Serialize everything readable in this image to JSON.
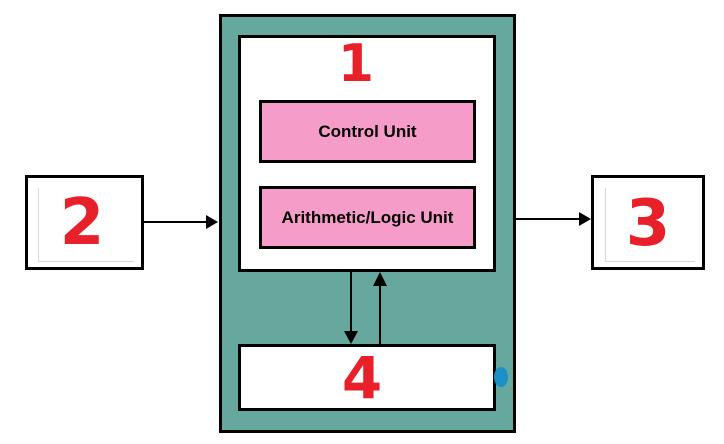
{
  "diagram": {
    "units": {
      "control_unit": "Control Unit",
      "alu": "Arithmetic/Logic Unit"
    },
    "markers": {
      "processor": "1",
      "input": "2",
      "output": "3",
      "memory": "4"
    },
    "colors": {
      "cpu_fill": "#66a89e",
      "unit_fill": "#f69cc8",
      "border": "#000000",
      "marker_red": "#e8202a",
      "dot_blue": "#1e90c8"
    }
  }
}
